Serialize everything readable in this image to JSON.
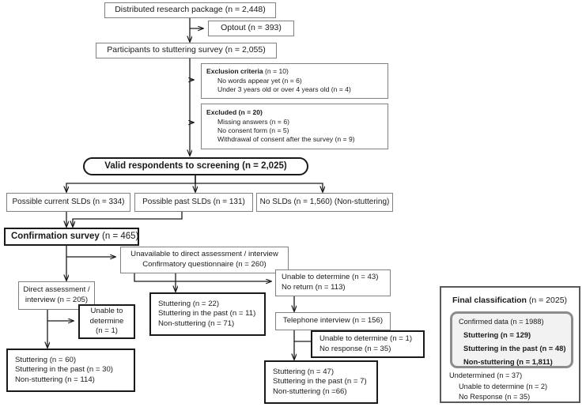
{
  "figure": {
    "type": "flowchart",
    "title": "Participant flow through stuttering screening and confirmation surveys"
  },
  "nodes": {
    "distributed": {
      "label": "Distributed research package (n = 2,448)"
    },
    "optout": {
      "label": "Optout (n = 393)"
    },
    "participants": {
      "label": "Participants to stuttering survey (n = 2,055)"
    },
    "exclusion": {
      "heading": "Exclusion criteria",
      "heading_count": "(n = 10)",
      "lines": [
        "No words appear yet (n = 6)",
        "Under 3 years old or over 4 years old (n = 4)"
      ]
    },
    "excluded": {
      "heading": "Excluded (n = 20)",
      "lines": [
        "Missing answers (n = 6)",
        "No consent form (n = 5)",
        "Withdrawal of consent after the survey (n = 9)"
      ]
    },
    "valid": {
      "label": "Valid respondents to screening (n = 2,025)"
    },
    "current_slds": {
      "label": "Possible current SLDs (n = 334)"
    },
    "past_slds": {
      "label": "Possible past SLDs (n = 131)"
    },
    "no_slds": {
      "label": "No SLDs (n = 1,560) (Non-stuttering)"
    },
    "confirmation": {
      "bold": "Confirmation survey",
      "count": "(n = 465)"
    },
    "unavailable": {
      "lines": [
        "Unavailable to direct assessment / interview",
        "Confirmatory questionnaire (n = 260)"
      ]
    },
    "direct": {
      "lines": [
        "Direct assessment /",
        "interview (n = 205)"
      ]
    },
    "unable_1": {
      "lines": [
        "Unable to",
        "determine",
        "(n = 1)"
      ]
    },
    "outcome_direct": {
      "lines": [
        "Stuttering (n = 60)",
        "Stuttering in the past (n = 30)",
        "Non-stuttering (n = 114)"
      ]
    },
    "outcome_questionnaire": {
      "lines": [
        "Stuttering (n = 22)",
        "Stuttering in the past (n = 11)",
        "Non-stuttering (n = 71)"
      ]
    },
    "unable_noreturn": {
      "lines": [
        "Unable to determine (n = 43)",
        "No return (n = 113)"
      ]
    },
    "telephone": {
      "label": "Telephone interview (n = 156)"
    },
    "unable_noresponse": {
      "lines": [
        "Unable to determine (n = 1)",
        "No response (n = 35)"
      ]
    },
    "outcome_telephone": {
      "lines": [
        "Stuttering (n = 47)",
        "Stuttering in the past (n = 7)",
        "Non-stuttering (n =66)"
      ]
    }
  },
  "final_classification": {
    "title_bold": "Final classification",
    "title_count": "(n = 2025)",
    "confirmed_heading": "Confirmed data (n = 1988)",
    "confirmed_lines": [
      "Stuttering (n = 129)",
      "Stuttering in the past (n = 48)",
      "Non-stuttering (n = 1,811)"
    ],
    "undetermined_heading": "Undetermined (n = 37)",
    "undetermined_lines": [
      "Unable to determine (n = 2)",
      "No Response (n = 35)"
    ]
  },
  "colors": {
    "thin_border": "#808080",
    "thick_border": "#1a1a1a",
    "panel_border": "#5a5a5a",
    "inner_border": "#8c8c8c",
    "inner_fill": "#f2f2f2",
    "text": "#1a1a1a",
    "background": "#ffffff"
  }
}
